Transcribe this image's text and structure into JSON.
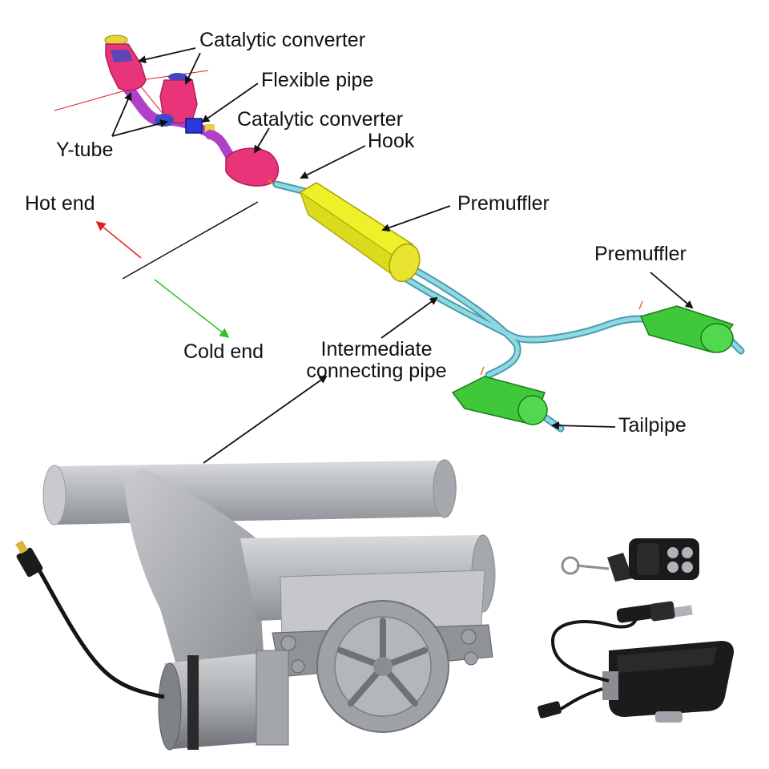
{
  "labels": {
    "catalytic_converter_1": "Catalytic converter",
    "flexible_pipe": "Flexible pipe",
    "catalytic_converter_2": "Catalytic converter",
    "hook": "Hook",
    "y_tube": "Y-tube",
    "hot_end": "Hot end",
    "premuffler_1": "Premuffler",
    "premuffler_2": "Premuffler",
    "cold_end": "Cold end",
    "intermediate_line1": "Intermediate",
    "intermediate_line2": "connecting pipe",
    "tailpipe": "Tailpipe"
  },
  "colors": {
    "converter": "#e8357a",
    "y_tube": "#b040c8",
    "flex_pipe": "#2a3ad8",
    "premuffler_front": "#eef02a",
    "rear_muffler": "#3ec83a",
    "pipe": "#7fd0dc",
    "hot_arrow": "#e02020",
    "cold_arrow": "#2ec02e",
    "steel": "#b9bcc0"
  }
}
